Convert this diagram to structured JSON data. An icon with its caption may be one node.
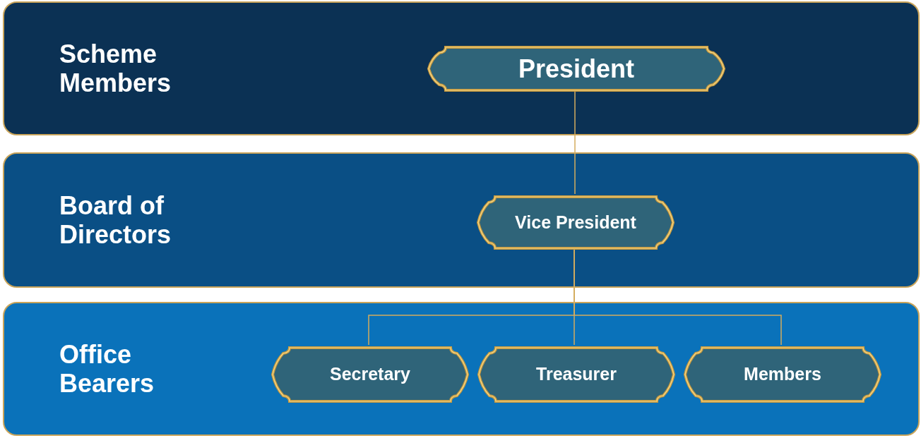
{
  "diagram": {
    "nodes": [
      {
        "text": [
          "Scheme Members"
        ]
      },
      {
        "text": [
          "President"
        ],
        "in": 0
      },
      {
        "text": [
          "Board of Directors"
        ]
      },
      {
        "text": [
          "Vice President"
        ],
        "in": 2
      },
      {
        "text": [
          "Office Bearers"
        ]
      },
      {
        "text": [
          "Secretary"
        ],
        "in": 4
      },
      {
        "text": [
          "Treasurer"
        ],
        "in": 4
      },
      {
        "text": [
          "Members"
        ],
        "in": 4
      }
    ],
    "edges": [
      {
        "from": 1,
        "to": 3,
        "arrow": "none"
      },
      {
        "from": 3,
        "to": 5,
        "arrow": "none"
      },
      {
        "from": 3,
        "to": 6,
        "arrow": "none"
      },
      {
        "from": 3,
        "to": 7,
        "arrow": "none"
      }
    ]
  }
}
